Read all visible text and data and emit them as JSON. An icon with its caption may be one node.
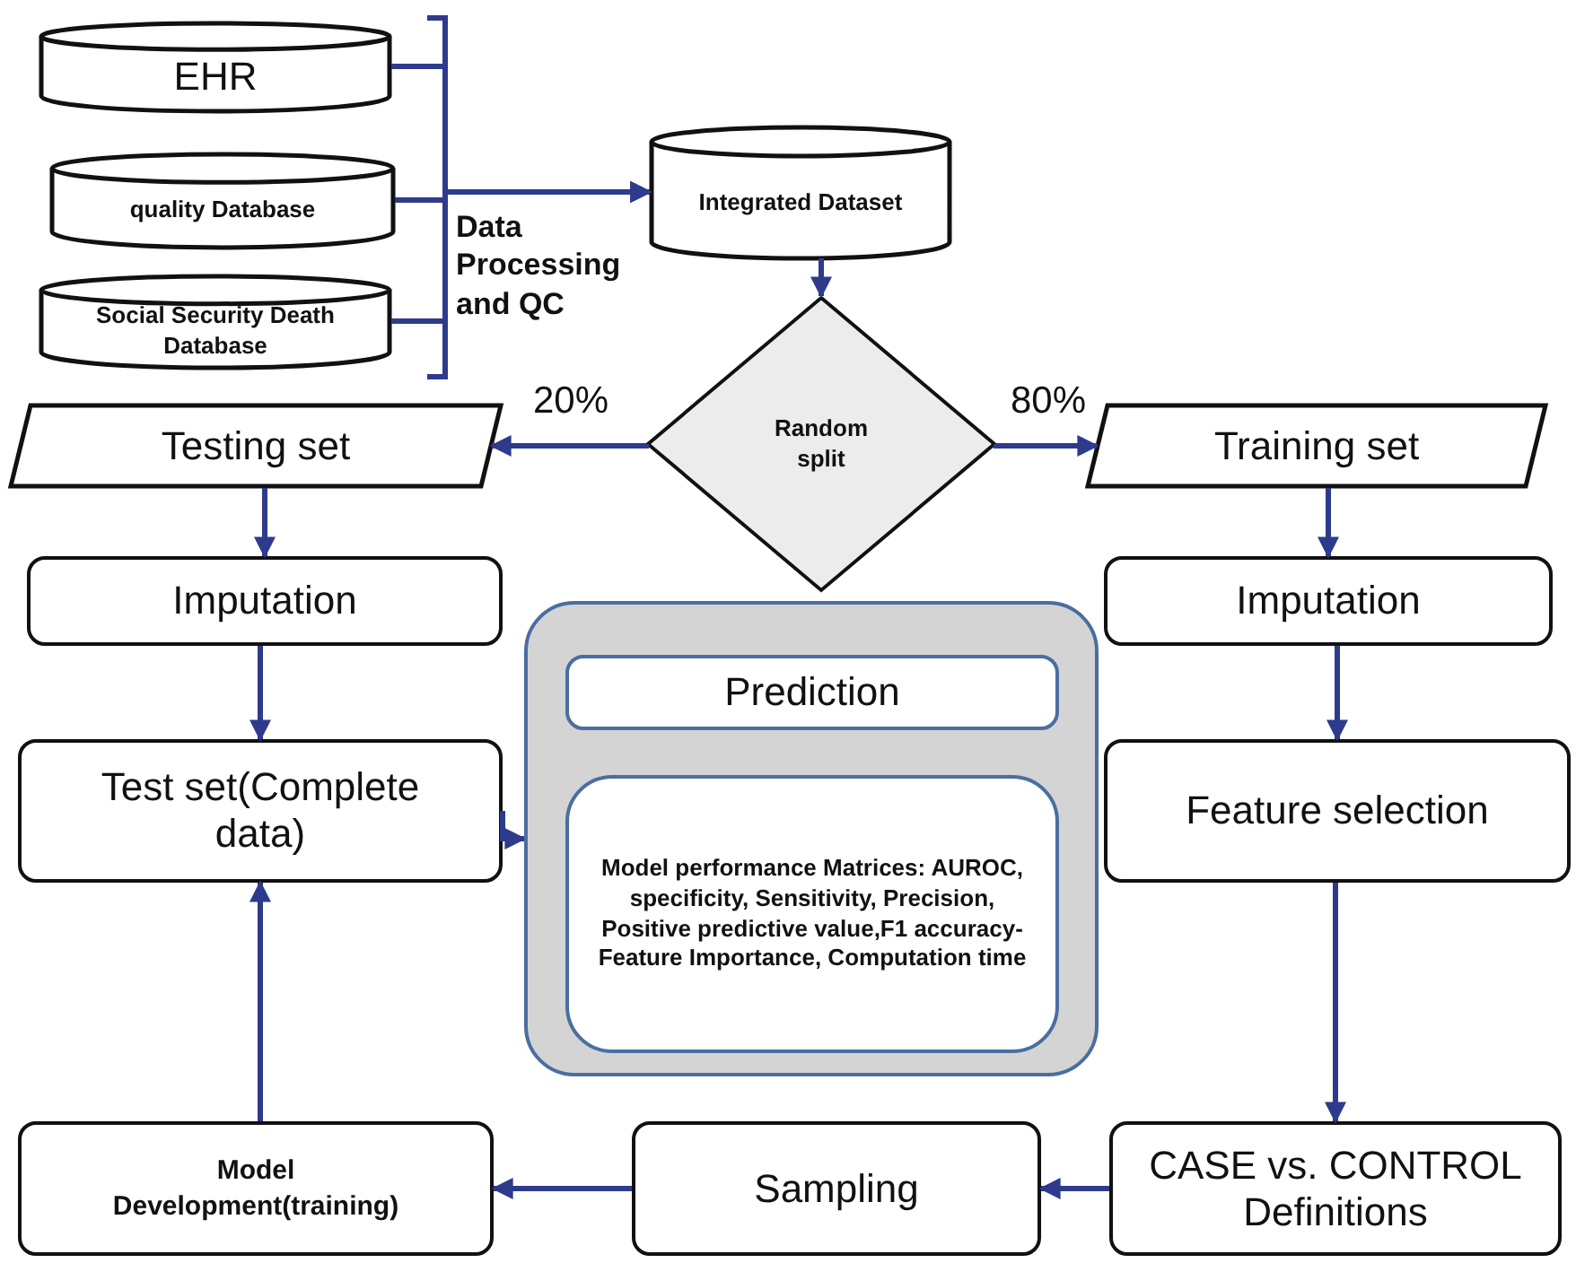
{
  "diagram": {
    "nodes": [
      {
        "text": [
          "EHR"
        ]
      },
      {
        "text": [
          "quality Database"
        ]
      },
      {
        "text": [
          "Social Security Death Database"
        ]
      },
      {
        "text": [
          "Integrated Dataset"
        ]
      },
      {
        "text": [
          "Random split"
        ]
      },
      {
        "text": [
          "Testing set"
        ]
      },
      {
        "text": [
          "Training set"
        ]
      },
      {
        "text": [
          "Imputation"
        ]
      },
      {
        "text": [
          "Imputation"
        ]
      },
      {
        "text": [
          "Test set(Complete data)"
        ]
      },
      {
        "text": [],
        "shape": "box"
      },
      {
        "text": [
          "Prediction"
        ],
        "in": 10
      },
      {
        "text": [
          "Model performance Matrices: AUROC, specificity, Sensitivity, Precision, Positive predictive value,F1 accuracy-Feature Importance, Computation time"
        ],
        "in": 10
      },
      {
        "text": [
          "Feature selection"
        ]
      },
      {
        "text": [
          "CASE vs. CONTROL Definitions"
        ]
      },
      {
        "text": [
          "Sampling"
        ]
      },
      {
        "text": [
          "Model Development(training)"
        ]
      }
    ],
    "edges": [
      {
        "from": 0,
        "to": 3,
        "arrow": "to"
      },
      {
        "from": 1,
        "to": 3,
        "arrow": "to"
      },
      {
        "from": 2,
        "to": 3,
        "arrow": "to"
      },
      {
        "from": 3,
        "to": 4,
        "arrow": "to"
      },
      {
        "from": 4,
        "to": 5,
        "label": "20%",
        "arrow": "to"
      },
      {
        "from": 4,
        "to": 6,
        "label": "80%",
        "arrow": "to"
      },
      {
        "from": 5,
        "to": 7,
        "arrow": "to"
      },
      {
        "from": 6,
        "to": 8,
        "arrow": "to"
      },
      {
        "from": 7,
        "to": 9,
        "arrow": "to"
      },
      {
        "from": 8,
        "to": 13,
        "arrow": "to"
      },
      {
        "from": 13,
        "to": 14,
        "arrow": "to"
      },
      {
        "from": 14,
        "to": 15,
        "arrow": "to"
      },
      {
        "from": 15,
        "to": 16,
        "arrow": "to"
      },
      {
        "from": 16,
        "to": 9,
        "arrow": "to"
      },
      {
        "from": 9,
        "to": 10,
        "arrow": "to"
      }
    ],
    "labels": [
      "Data Processing and QC"
    ]
  }
}
